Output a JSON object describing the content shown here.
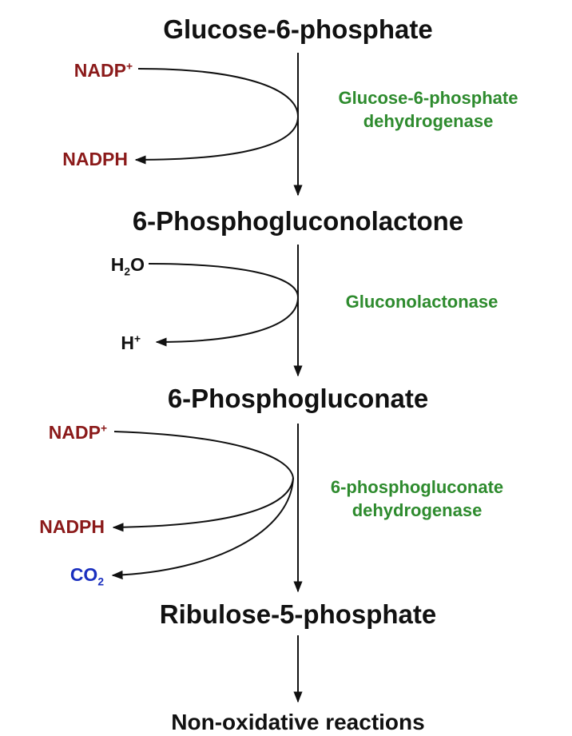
{
  "colors": {
    "compound": "#111111",
    "enzyme": "#2e8b2e",
    "nadp": "#8b1a1a",
    "co2": "#1a2fbf",
    "water": "#111111",
    "arrow": "#111111"
  },
  "compounds": {
    "glucose_6_phosphate": "Glucose-6-phosphate",
    "phosphogluconolactone": "6-Phosphogluconolactone",
    "phosphogluconate": "6-Phosphogluconate",
    "ribulose_5_phosphate": "Ribulose-5-phosphate",
    "non_oxidative": "Non-oxidative reactions"
  },
  "enzymes": {
    "g6pd": {
      "line1": "Glucose-6-phosphate",
      "line2": "dehydrogenase"
    },
    "gluconolactonase": {
      "line1": "Gluconolactonase"
    },
    "pgd": {
      "line1": "6-phosphogluconate",
      "line2": "dehydrogenase"
    }
  },
  "cofactors": {
    "step1_in": {
      "base": "NADP",
      "sup": "+"
    },
    "step1_out": {
      "base": "NADPH"
    },
    "step2_in": {
      "base": "H",
      "sub": "2",
      "tail": "O"
    },
    "step2_out": {
      "base": "H",
      "sup": "+"
    },
    "step3_in": {
      "base": "NADP",
      "sup": "+"
    },
    "step3_out1": {
      "base": "NADPH"
    },
    "step3_out2": {
      "base": "CO",
      "sub": "2"
    }
  }
}
